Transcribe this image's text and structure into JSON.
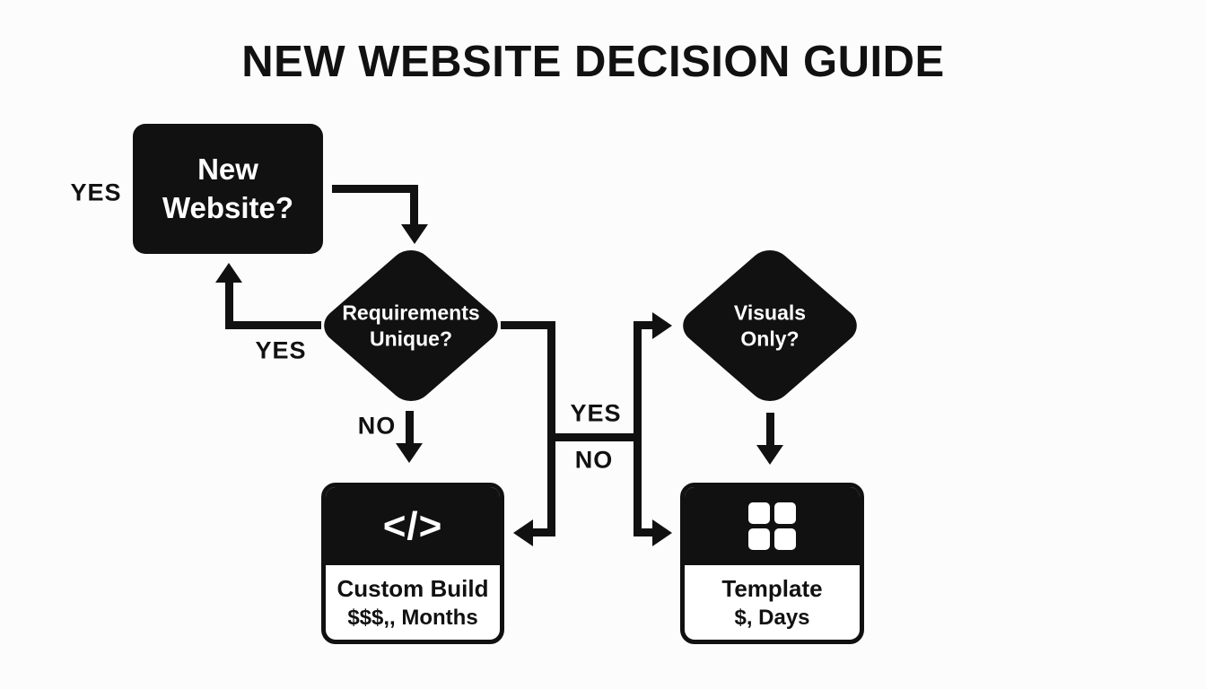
{
  "title": "NEW WEBSITE DECISION GUIDE",
  "colors": {
    "background": "#fcfcfc",
    "ink": "#111111",
    "text_on_dark": "#ffffff"
  },
  "nodes": {
    "start": {
      "line1": "New",
      "line2": "Website?"
    },
    "requirements_diamond": {
      "line1": "Requirements",
      "line2": "Unique?"
    },
    "visuals_diamond": {
      "line1": "Visuals",
      "line2": "Only?"
    },
    "custom_build": {
      "icon": "code-icon",
      "icon_glyph": "</>",
      "name": "Custom Build",
      "cost_time": "$$$,, Months"
    },
    "template": {
      "icon": "grid-icon",
      "name": "Template",
      "cost_time": "$, Days"
    }
  },
  "edge_labels": {
    "start_yes": "YES",
    "loop_yes": "YES",
    "requirements_no": "NO",
    "middle_yes": "YES",
    "middle_no": "NO"
  }
}
